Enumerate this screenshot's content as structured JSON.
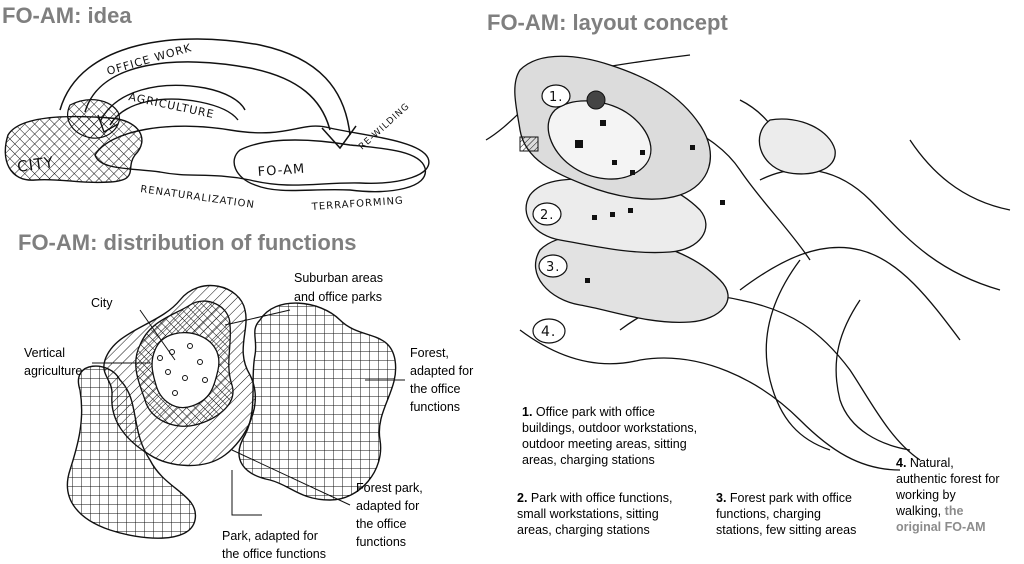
{
  "titles": {
    "idea": "FO-AM: idea",
    "distribution": "FO-AM: distribution of functions",
    "layout": "FO-AM: layout concept"
  },
  "idea_sketch": {
    "city": "CITY",
    "office_work": "OFFICE WORK",
    "agriculture": "AGRICULTURE",
    "re_wilding": "RE-WILDING",
    "fo_am": "FO-AM",
    "renaturalization": "RENATURALIZATION",
    "terraforming": "TERRAFORMING"
  },
  "distribution_labels": {
    "city": "City",
    "suburban_l1": "Suburban areas",
    "suburban_l2": "and office parks",
    "vertical_l1": "Vertical",
    "vertical_l2": "agriculture",
    "forest_l1": "Forest,",
    "forest_l2": "adapted for",
    "forest_l3": "the office",
    "forest_l4": "functions",
    "forest_park_l1": "Forest park,",
    "forest_park_l2": "adapted for",
    "forest_park_l3": "the office",
    "forest_park_l4": "functions",
    "park_l1": "Park, adapted for",
    "park_l2": "the office functions"
  },
  "layout_markers": [
    "1.",
    "2.",
    "3.",
    "4."
  ],
  "legend": {
    "item1": {
      "num": "1.",
      "l1": "Office park with office",
      "l2": "buildings, outdoor workstations,",
      "l3": "outdoor meeting areas, sitting",
      "l4": "areas, charging stations"
    },
    "item2": {
      "num": "2.",
      "l1": "Park with office functions,",
      "l2": "small workstations, sitting",
      "l3": "areas, charging stations"
    },
    "item3": {
      "num": "3.",
      "l1": "Forest park with office",
      "l2": "functions, charging",
      "l3": "stations, few sitting areas"
    },
    "item4": {
      "num": "4.",
      "l1": "Natural,",
      "l2": "authentic forest for",
      "l3": "working by",
      "l4": "walking,",
      "l4_grey": "the",
      "l5": "original FO-AM"
    }
  },
  "colors": {
    "title": "#7f7f7f",
    "ink": "#111111",
    "shade": "#c8c8c8",
    "accent_text": "#8c8c8c"
  }
}
